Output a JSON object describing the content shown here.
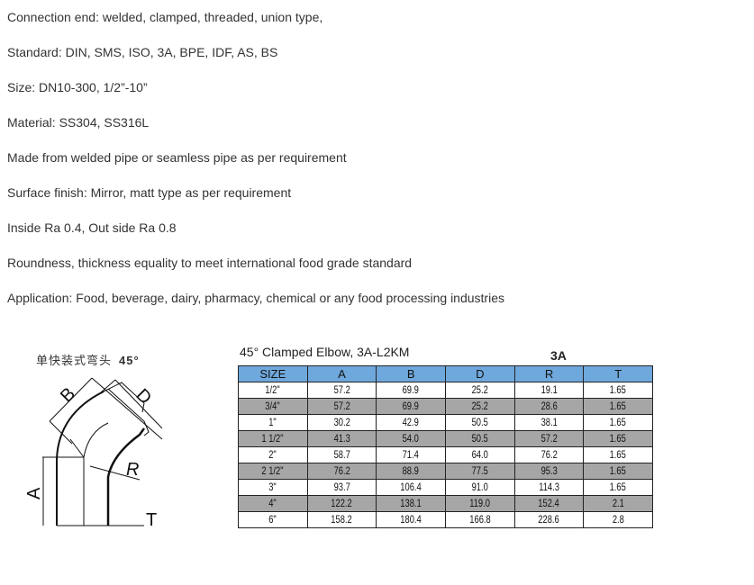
{
  "lines": [
    "Connection end: welded, clamped, threaded, union type,",
    "Standard: DIN, SMS, ISO, 3A, BPE, IDF, AS, BS",
    "Size: DN10-300, 1/2”-10”",
    "Material: SS304, SS316L",
    "Made from welded pipe or seamless pipe as per requirement",
    "Surface finish: Mirror, matt type as per requirement",
    "Inside Ra 0.4, Out side Ra 0.8",
    "Roundness, thickness equality to meet international food grade standard",
    "Application: Food, beverage, dairy, pharmacy, chemical or any food processing industries"
  ],
  "figure": {
    "title": "单快装式弯头",
    "angle": "45°",
    "labels": {
      "A": "A",
      "B": "B",
      "D": "D",
      "R": "R",
      "T": "T"
    }
  },
  "table": {
    "title": "45° Clamped Elbow, 3A-L2KM",
    "standard": "3A",
    "headers": [
      "SIZE",
      "A",
      "B",
      "D",
      "R",
      "T"
    ],
    "rows": [
      [
        "1/2\"",
        "57.2",
        "69.9",
        "25.2",
        "19.1",
        "1.65"
      ],
      [
        "3/4\"",
        "57.2",
        "69.9",
        "25.2",
        "28.6",
        "1.65"
      ],
      [
        "1\"",
        "30.2",
        "42.9",
        "50.5",
        "38.1",
        "1.65"
      ],
      [
        "1 1/2\"",
        "41.3",
        "54.0",
        "50.5",
        "57.2",
        "1.65"
      ],
      [
        "2\"",
        "58.7",
        "71.4",
        "64.0",
        "76.2",
        "1.65"
      ],
      [
        "2 1/2\"",
        "76.2",
        "88.9",
        "77.5",
        "95.3",
        "1.65"
      ],
      [
        "3\"",
        "93.7",
        "106.4",
        "91.0",
        "114.3",
        "1.65"
      ],
      [
        "4\"",
        "122.2",
        "138.1",
        "119.0",
        "152.4",
        "2.1"
      ],
      [
        "6\"",
        "158.2",
        "180.4",
        "166.8",
        "228.6",
        "2.8"
      ]
    ]
  }
}
